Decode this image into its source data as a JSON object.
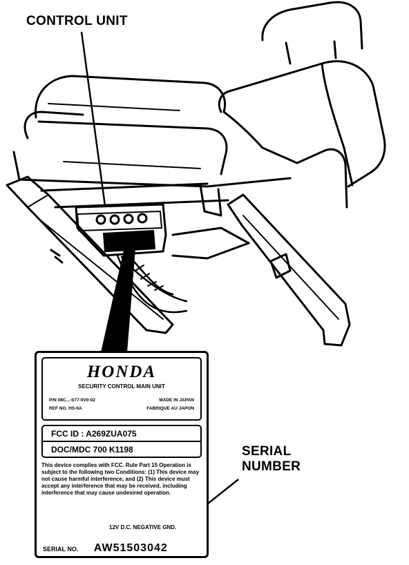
{
  "callouts": {
    "control_unit": "CONTROL UNIT",
    "serial_number_line1": "SERIAL",
    "serial_number_line2": "NUMBER"
  },
  "label": {
    "brand": "HONDA",
    "unit_name": "SECURITY CONTROL MAIN UNIT",
    "pn_label": "P/N 08C...-S77-0V0-02",
    "origin": "MADE IN JAPAN",
    "ref_label": "REF NO. HS-6A",
    "origin_fr": "FABRIQUE AU JAPON",
    "fcc_id": "FCC ID : A269ZUA075",
    "doc_mdc": "DOC/MDC  700  K1198",
    "compliance": "This device complies with FCC. Rule Part 15 Operation is subject to the following two Conditions: (1) This device may not cause harmful interference, and (2) This device must accept any interference that may be received, including interference that may cause undesired operation.",
    "ground": "12V D.C. NEGATIVE GND.",
    "serial_label": "SERIAL NO.",
    "serial_value": "AW51503042"
  }
}
